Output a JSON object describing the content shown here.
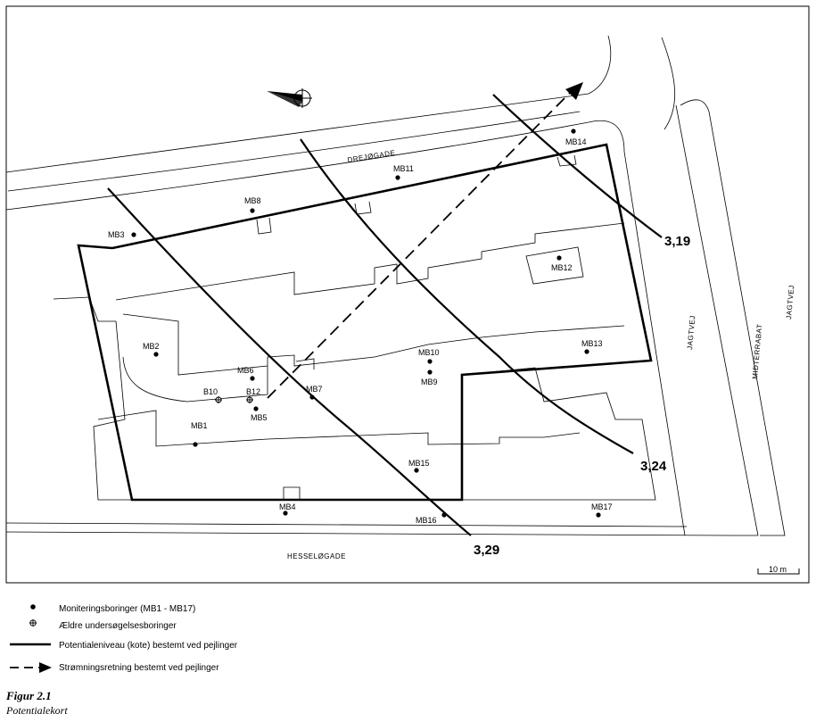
{
  "streets": {
    "drejoegade": "DREJØGADE",
    "hesseloegade": "HESSELØGADE",
    "jagtvej_left": "JAGTVEJ",
    "jagtvej_right": "JAGTVEJ",
    "midterrabat": "MIDTERRABAT"
  },
  "contours": [
    {
      "label": "3,19"
    },
    {
      "label": "3,24"
    },
    {
      "label": "3,29"
    }
  ],
  "borings": [
    {
      "id": "MB1",
      "kind": "monitoring"
    },
    {
      "id": "MB2",
      "kind": "monitoring"
    },
    {
      "id": "MB3",
      "kind": "monitoring"
    },
    {
      "id": "MB4",
      "kind": "monitoring"
    },
    {
      "id": "MB5",
      "kind": "monitoring"
    },
    {
      "id": "MB6",
      "kind": "monitoring"
    },
    {
      "id": "MB7",
      "kind": "monitoring"
    },
    {
      "id": "MB8",
      "kind": "monitoring"
    },
    {
      "id": "MB9",
      "kind": "monitoring"
    },
    {
      "id": "MB10",
      "kind": "monitoring"
    },
    {
      "id": "MB11",
      "kind": "monitoring"
    },
    {
      "id": "MB12",
      "kind": "monitoring"
    },
    {
      "id": "MB13",
      "kind": "monitoring"
    },
    {
      "id": "MB14",
      "kind": "monitoring"
    },
    {
      "id": "MB15",
      "kind": "monitoring"
    },
    {
      "id": "MB16",
      "kind": "monitoring"
    },
    {
      "id": "MB17",
      "kind": "monitoring"
    },
    {
      "id": "B10",
      "kind": "older"
    },
    {
      "id": "B12",
      "kind": "older"
    }
  ],
  "scale_bar": "10 m",
  "legend": {
    "monitoring": "Moniteringsboringer (MB1 - MB17)",
    "older": "Ældre undersøgelsesboringer",
    "potential": "Potentialeniveau (kote) bestemt ved pejlinger",
    "flow": "Strømningsretning bestemt ved pejlinger"
  },
  "caption": {
    "figure": "Figur 2.1",
    "title": "Potentialekort"
  },
  "icons": {
    "north_arrow": "north-arrow-icon",
    "monitoring_marker": "filled-circle-icon",
    "older_marker": "crossed-circle-icon"
  },
  "colors": {
    "ink": "#000000",
    "paper": "#ffffff"
  }
}
